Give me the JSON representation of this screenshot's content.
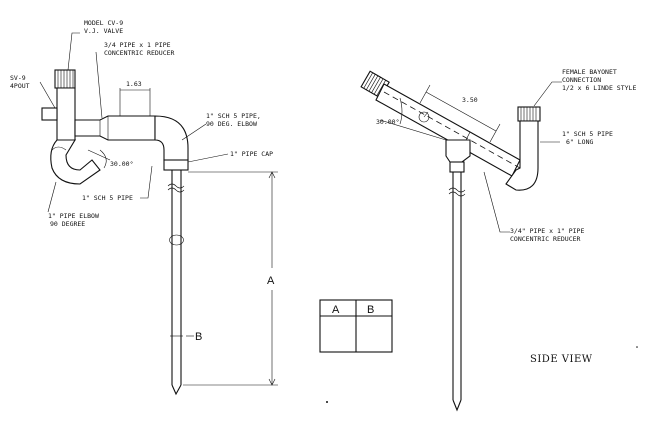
{
  "left_view": {
    "valve_model": "MODEL CV-9",
    "valve_type": "V.J. VALVE",
    "sv_label_1": "SV-9",
    "sv_label_2": "4POUT",
    "reducer_top_1": "3/4 PIPE x 1 PIPE",
    "reducer_top_2": "CONCENTRIC REDUCER",
    "dim_163": "1.63",
    "elbow_1": "1\" SCH 5 PIPE,",
    "elbow_2": "90 DEG. ELBOW",
    "pipe_cap": "1\" PIPE CAP",
    "angle": "30.00°",
    "sch5_pipe": "1\" SCH 5 PIPE",
    "pipe_elbow_1": "1\" PIPE ELBOW",
    "pipe_elbow_2": "90 DEGREE",
    "dim_a": "A",
    "dim_b": "B"
  },
  "table": {
    "headers": [
      "A",
      "B"
    ]
  },
  "right_view": {
    "bayonet_1": "FEMALE BAYONET",
    "bayonet_2": "CONNECTION",
    "bayonet_3": "1/2 x 6 LINDE STYLE",
    "dim_350": "3.50",
    "angle": "30.00°",
    "pipe_1": "1\" SCH 5 PIPE",
    "pipe_2": "6\" LONG",
    "reducer_1": "3/4\" PIPE x 1\" PIPE",
    "reducer_2": "CONCENTRIC REDUCER",
    "view_title": "SIDE VIEW"
  }
}
